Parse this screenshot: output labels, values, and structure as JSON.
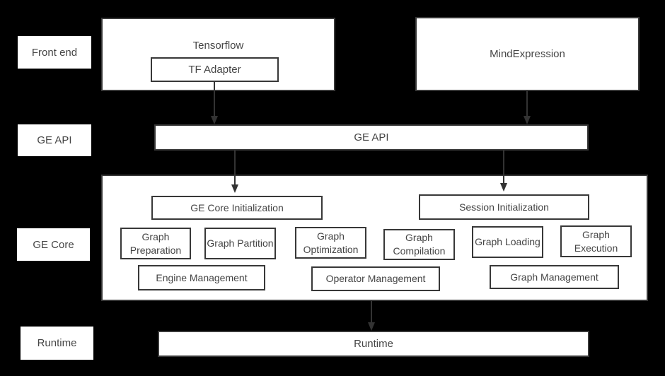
{
  "layer_labels": {
    "front_end": "Front end",
    "ge_api": "GE API",
    "ge_core": "GE Core",
    "runtime": "Runtime"
  },
  "boxes": {
    "tensorflow": "Tensorflow",
    "tf_adapter": "TF Adapter",
    "mind_expression": "MindExpression",
    "ge_api_bar": "GE API",
    "ge_core_init": "GE Core Initialization",
    "session_init": "Session Initialization",
    "pipeline": [
      "Graph Preparation",
      "Graph Partition",
      "Graph Optimization",
      "Graph Compilation",
      "Graph Loading",
      "Graph Execution"
    ],
    "management": [
      "Engine Management",
      "Operator Management",
      "Graph Management"
    ],
    "runtime_bar": "Runtime"
  },
  "colors": {
    "background": "#000000",
    "box_fill": "#ffffff",
    "box_border": "#383838",
    "text": "#454545",
    "arrow": "#333333"
  }
}
